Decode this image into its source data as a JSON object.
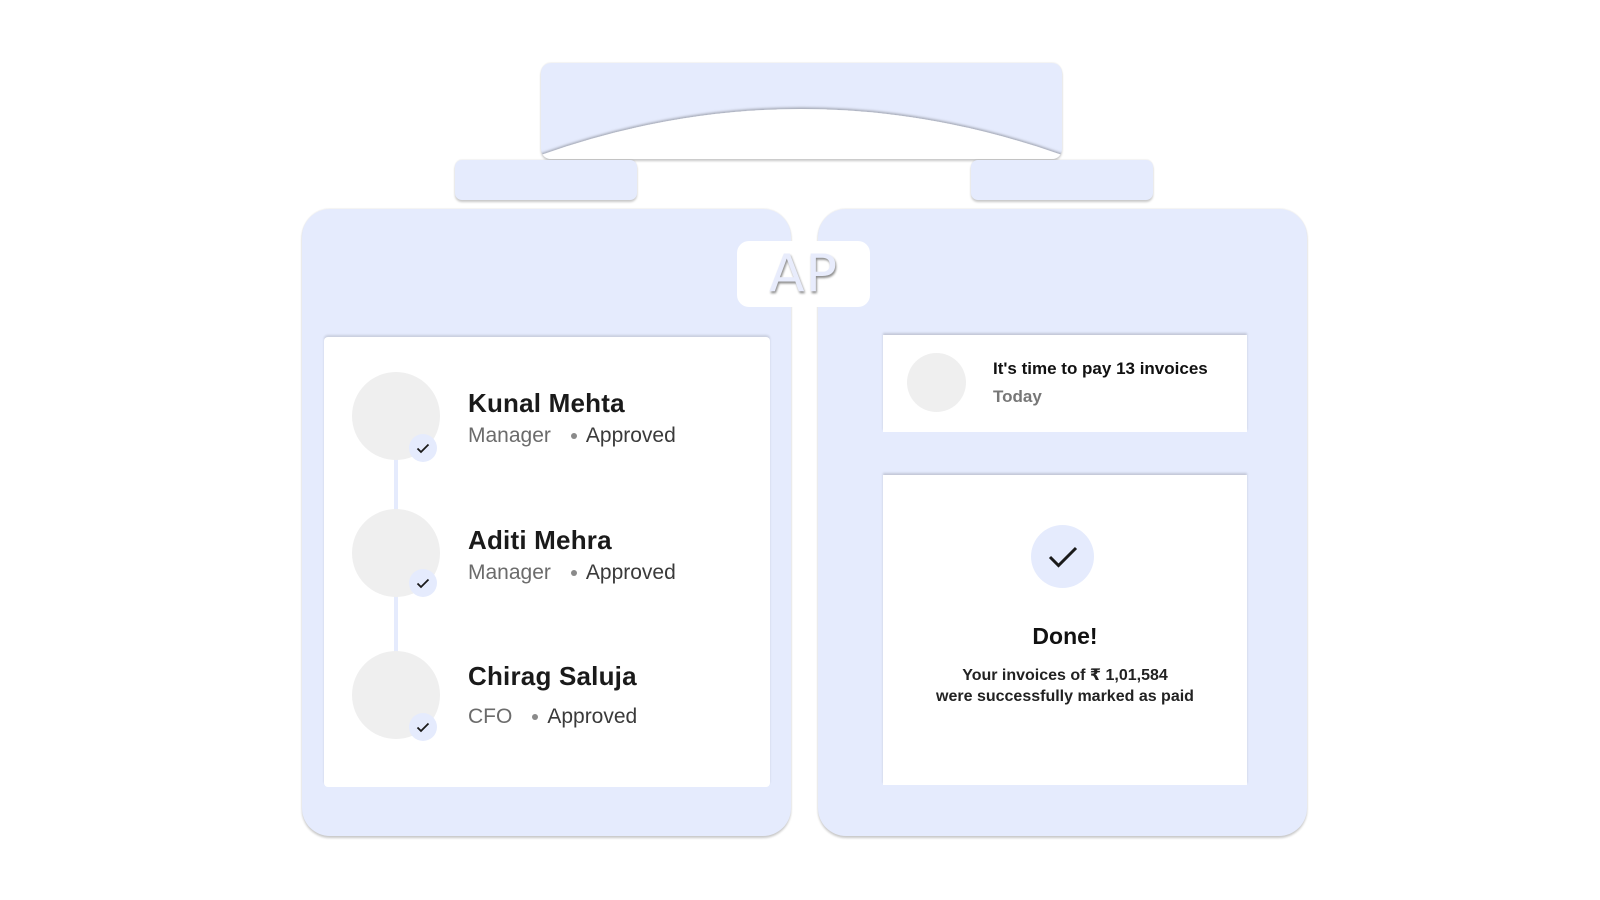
{
  "badge": {
    "label": "AP"
  },
  "colors": {
    "panel_bg": "#e5ebfd",
    "card_bg": "#ffffff",
    "avatar_placeholder": "#efefef",
    "text_primary": "#1a1a1a",
    "text_secondary": "#6b6b6b"
  },
  "approvals": {
    "items": [
      {
        "name": "Kunal Mehta",
        "role": "Manager",
        "status": "Approved",
        "icon": "check-icon"
      },
      {
        "name": "Aditi Mehra",
        "role": "Manager",
        "status": "Approved",
        "icon": "check-icon"
      },
      {
        "name": "Chirag Saluja",
        "role": "CFO",
        "status": "Approved",
        "icon": "check-icon"
      }
    ]
  },
  "notification": {
    "title": "It's time to pay 13 invoices",
    "time": "Today"
  },
  "done": {
    "icon": "check-icon",
    "title": "Done!",
    "message_line1": "Your invoices of ₹ 1,01,584",
    "message_line2": "were successfully marked as paid"
  }
}
